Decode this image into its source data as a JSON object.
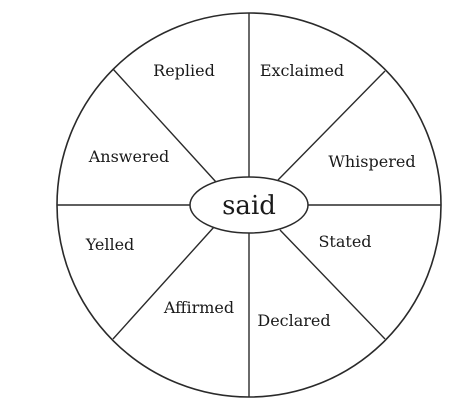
{
  "center": {
    "label": "said"
  },
  "segments": [
    {
      "label": "Exclaimed"
    },
    {
      "label": "Whispered"
    },
    {
      "label": "Stated"
    },
    {
      "label": "Declared"
    },
    {
      "label": "Affirmed"
    },
    {
      "label": "Yelled"
    },
    {
      "label": "Answered"
    },
    {
      "label": "Replied"
    }
  ]
}
